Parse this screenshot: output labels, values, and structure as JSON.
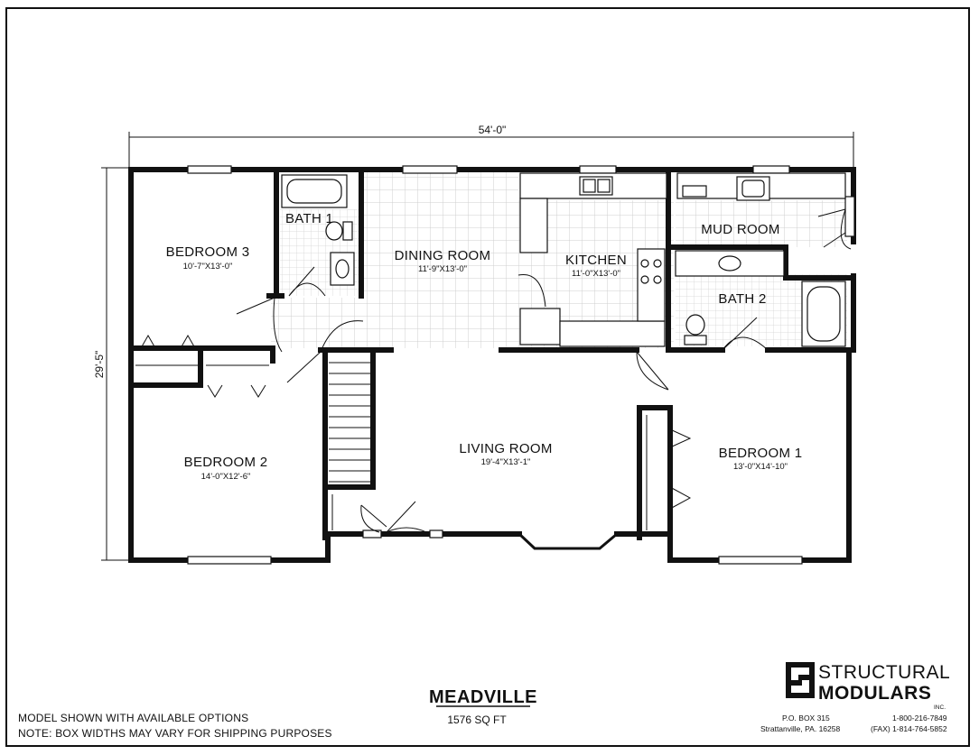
{
  "plan": {
    "overall_width": "54'-0\"",
    "overall_depth": "29'-5\""
  },
  "rooms": {
    "bedroom3": {
      "name": "BEDROOM 3",
      "dims": "10'-7\"X13'-0\""
    },
    "bath1": {
      "name": "BATH 1"
    },
    "dining": {
      "name": "DINING ROOM",
      "dims": "11'-9\"X13'-0\""
    },
    "kitchen": {
      "name": "KITCHEN",
      "dims": "11'-0\"X13'-0\""
    },
    "mud": {
      "name": "MUD ROOM"
    },
    "bath2": {
      "name": "BATH 2"
    },
    "bedroom2": {
      "name": "BEDROOM 2",
      "dims": "14'-0\"X12'-6\""
    },
    "living": {
      "name": "LIVING ROOM",
      "dims": "19'-4\"X13'-1\""
    },
    "bedroom1": {
      "name": "BEDROOM 1",
      "dims": "13'-0\"X14'-10\""
    }
  },
  "title_block": {
    "model": "MEADVILLE",
    "area": "1576 SQ FT",
    "note1": "MODEL SHOWN WITH AVAILABLE OPTIONS",
    "note2": "NOTE: BOX WIDTHS MAY VARY FOR SHIPPING PURPOSES"
  },
  "company": {
    "name1": "STRUCTURAL",
    "name2": "MODULARS",
    "suffix": "INC.",
    "address1": "P.O. BOX 315",
    "address2": "Strattanville, PA. 16258",
    "phone": "1-800-216-7849",
    "fax": "(FAX) 1-814-764-5852"
  },
  "colors": {
    "ink": "#111111",
    "tile": "#cfcfcf",
    "paper": "#ffffff"
  }
}
